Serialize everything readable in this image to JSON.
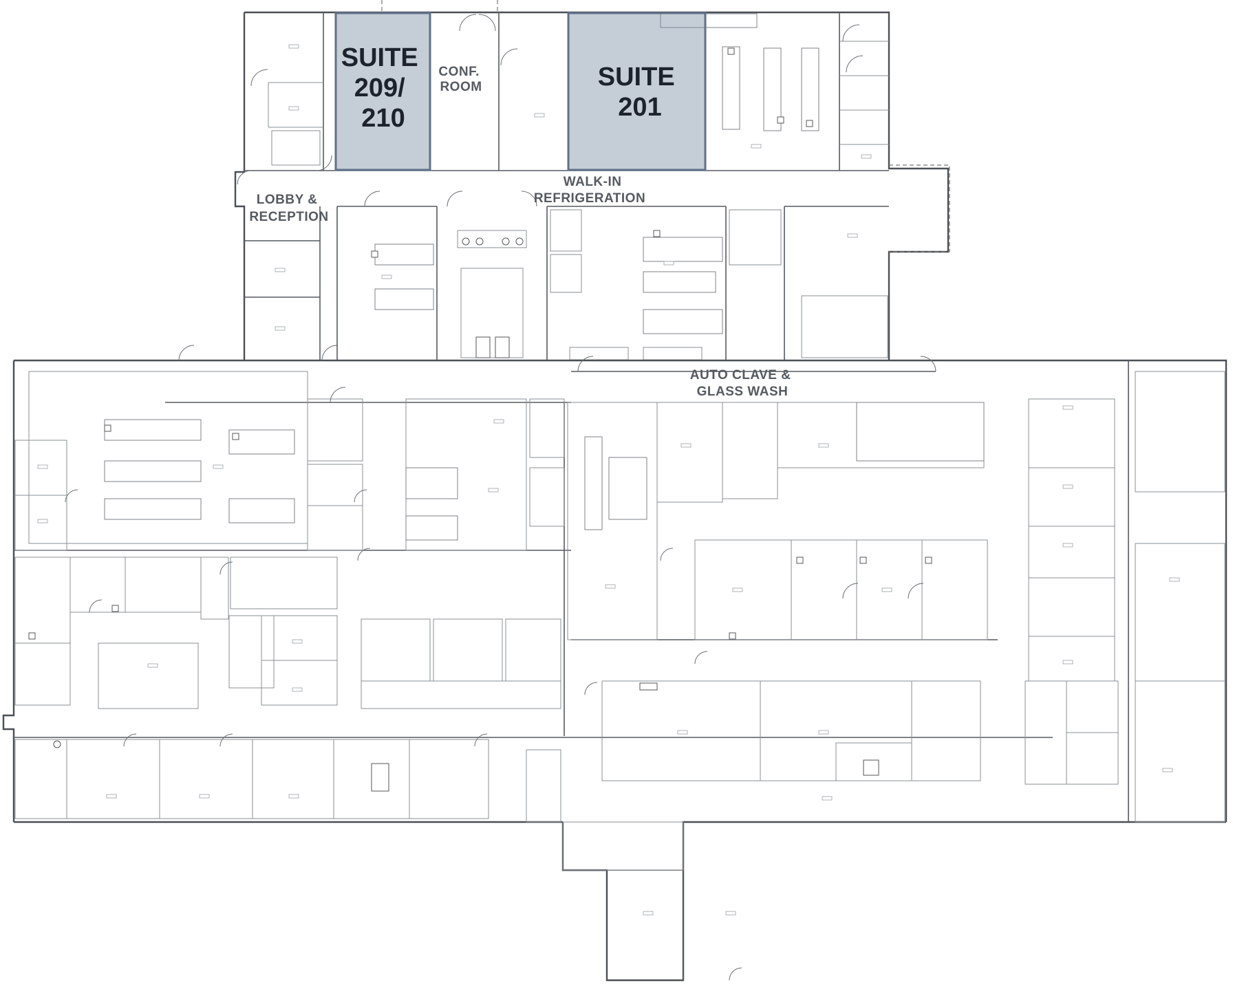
{
  "floor_plan": {
    "suites": [
      {
        "id": "suite-209-210",
        "lines": [
          "SUITE",
          "209/",
          "210"
        ],
        "fill": "#7e90a6"
      },
      {
        "id": "suite-201",
        "lines": [
          "SUITE",
          "201"
        ],
        "fill": "#7e90a6"
      }
    ],
    "areas": [
      {
        "id": "conf-room",
        "lines": [
          "CONF.",
          "ROOM"
        ]
      },
      {
        "id": "lobby-reception",
        "lines": [
          "LOBBY &",
          "RECEPTION"
        ]
      },
      {
        "id": "walk-in-refrigeration",
        "lines": [
          "WALK-IN",
          "REFRIGERATION"
        ]
      },
      {
        "id": "auto-clave-glass-wash",
        "lines": [
          "AUTO CLAVE &",
          "GLASS WASH"
        ]
      }
    ],
    "colors": {
      "wall": "#555a60",
      "suite_highlight": "#7e90a6",
      "label": "#555a60",
      "suite_label": "#1d232b"
    }
  }
}
